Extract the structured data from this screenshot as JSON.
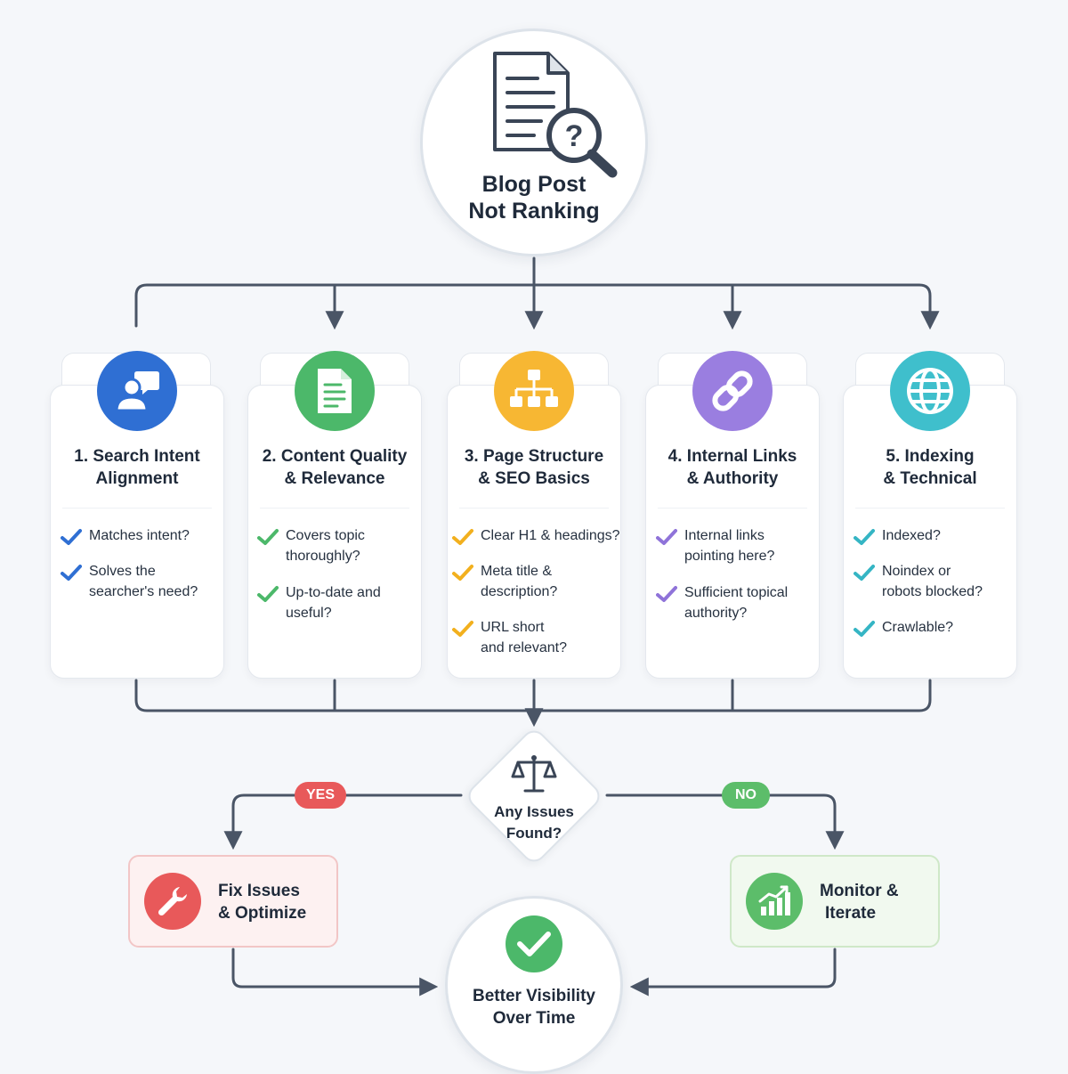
{
  "root": {
    "title_line1": "Blog Post",
    "title_line2": "Not Ranking",
    "icon": "document-search-icon"
  },
  "cards": [
    {
      "icon": "user-chat-icon",
      "color": "#2f6fd3",
      "check_color": "#2f6fd3",
      "title_line1": "1. Search Intent",
      "title_line2": "Alignment",
      "items": [
        {
          "line1": "Matches intent?",
          "line2": ""
        },
        {
          "line1": "Solves the",
          "line2": "searcher's need?"
        }
      ]
    },
    {
      "icon": "document-lines-icon",
      "color": "#4cb86a",
      "check_color": "#4cb86a",
      "title_line1": "2. Content Quality",
      "title_line2": "& Relevance",
      "items": [
        {
          "line1": "Covers topic",
          "line2": "thoroughly?"
        },
        {
          "line1": "Up-to-date and",
          "line2": "useful?"
        }
      ]
    },
    {
      "icon": "sitemap-icon",
      "color": "#f7b733",
      "check_color": "#f2b01e",
      "title_line1": "3. Page Structure",
      "title_line2": "& SEO Basics",
      "items": [
        {
          "line1": "Clear H1 & headings?",
          "line2": ""
        },
        {
          "line1": "Meta title &",
          "line2": "description?"
        },
        {
          "line1": "URL short",
          "line2": "and relevant?"
        }
      ]
    },
    {
      "icon": "link-icon",
      "color": "#9a7ee0",
      "check_color": "#8f73d9",
      "title_line1": "4. Internal Links",
      "title_line2": "& Authority",
      "items": [
        {
          "line1": "Internal links",
          "line2": "pointing here?"
        },
        {
          "line1": "Sufficient topical",
          "line2": "authority?"
        }
      ]
    },
    {
      "icon": "globe-icon",
      "color": "#3fbfcc",
      "check_color": "#35b5c4",
      "title_line1": "5. Indexing",
      "title_line2": "& Technical",
      "items": [
        {
          "line1": "Indexed?",
          "line2": ""
        },
        {
          "line1": "Noindex or",
          "line2": "robots blocked?"
        },
        {
          "line1": "Crawlable?",
          "line2": ""
        }
      ]
    }
  ],
  "decision": {
    "line1": "Any Issues",
    "line2": "Found?",
    "icon": "balance-scale-icon"
  },
  "yes_label": "YES",
  "no_label": "NO",
  "colors": {
    "yes": "#e8595a",
    "no": "#5cbd6a",
    "connector": "#4a5566"
  },
  "fix": {
    "line1": "Fix Issues",
    "line2": "& Optimize",
    "icon": "wrench-icon",
    "color": "#e8595a"
  },
  "monitor": {
    "line1": "Monitor &",
    "line2": "Iterate",
    "icon": "bar-chart-growth-icon",
    "color": "#5cbd6a"
  },
  "result": {
    "line1": "Better Visibility",
    "line2": "Over Time",
    "icon": "check-icon",
    "color": "#4cb86a"
  }
}
